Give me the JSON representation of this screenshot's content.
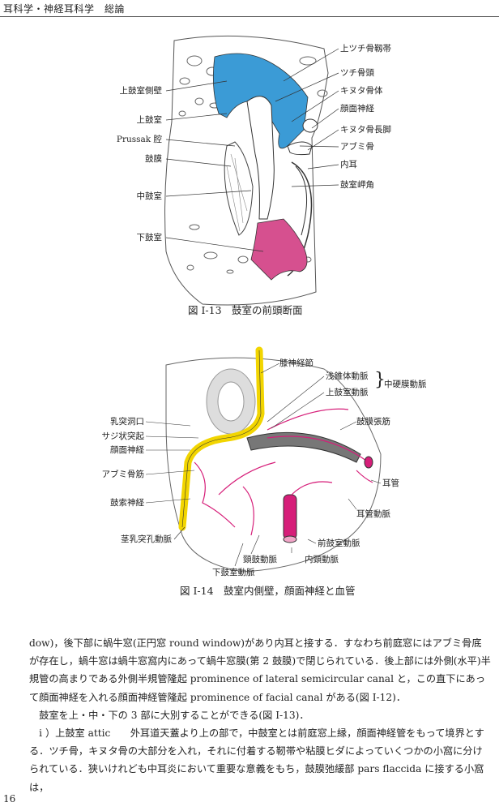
{
  "header": {
    "running_head": "耳科学・神経耳科学　総論"
  },
  "figure1": {
    "caption": "図 I-13　鼓室の前頭断面",
    "labels_right": [
      "上ツチ骨靱帯",
      "ツチ骨頭",
      "キヌタ骨体",
      "顔面神経",
      "キヌタ骨長脚",
      "アブミ骨",
      "内耳",
      "鼓室岬角"
    ],
    "labels_left": [
      "上鼓室側壁",
      "上鼓室",
      "Prussak 腔",
      "鼓膜",
      "中鼓室",
      "下鼓室"
    ],
    "colors": {
      "attic": "#3b9bd6",
      "hypotympanum": "#d6508f"
    }
  },
  "figure2": {
    "caption": "図 I-14　鼓室内側壁，顔面神経と血管",
    "labels_top": [
      "膝神経節",
      "浅錐体動脈",
      "上鼓室動脈",
      "中硬膜動脈"
    ],
    "labels_left": [
      "乳突洞口",
      "サジ状突起",
      "顔面神経",
      "アブミ骨筋",
      "鼓索神経",
      "茎乳突孔動脈"
    ],
    "labels_right": [
      "鼓膜張筋",
      "耳管",
      "耳管動脈"
    ],
    "labels_bottom": [
      "前鼓室動脈",
      "頸鼓動脈",
      "内頸動脈",
      "下鼓室動脈"
    ],
    "colors": {
      "nerve": "#f2d500",
      "vessel": "#d61e79"
    }
  },
  "body": {
    "paragraphs": [
      "dow)，後下部に蝸牛窓(正円窓 round window)があり内耳と接する．すなわち前庭窓にはアブミ骨底が存在し，蝸牛窓は蝸牛窓窩内にあって蝸牛窓膜(第 2 鼓膜)で閉じられている．後上部には外側(水平)半規管の高まりである外側半規管隆起 prominence of lateral semicircular canal と，この直下にあって顔面神経を入れる顔面神経管隆起 prominence of facial canal がある(図 I-12)．",
      "　鼓室を上・中・下の 3 部に大別することができる(図 I-13)．",
      "　i ）上鼓室 attic　　外耳道天蓋より上の部で，中鼓室とは前庭窓上縁，顔面神経管をもって境界とする．ツチ骨，キヌタ骨の大部分を入れ，それに付着する靭帯や粘膜ヒダによっていくつかの小窩に分けられている．狭いけれども中耳炎において重要な意義をもち，鼓膜弛緩部 pars flaccida に接する小窩は，"
    ]
  },
  "footer": {
    "page_number": "16"
  }
}
